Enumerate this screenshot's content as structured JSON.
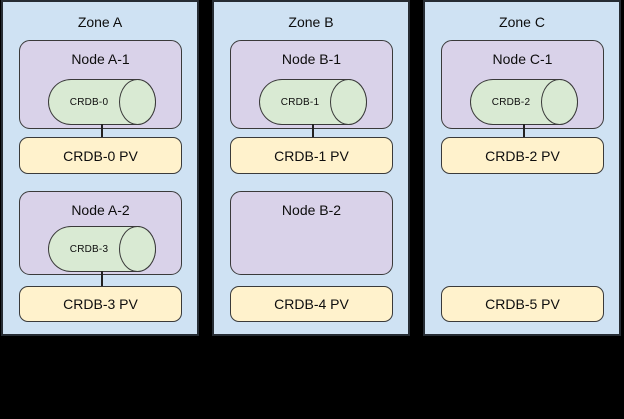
{
  "colors": {
    "background": "#000000",
    "zone_fill": "#cfe2f3",
    "node_fill": "#d9d2e9",
    "pod_fill": "#d9ead3",
    "pv_fill": "#fff2cc",
    "border": "#3a3a3a"
  },
  "zones": [
    {
      "label": "Zone A",
      "node1": {
        "label": "Node A-1",
        "pod": "CRDB-0"
      },
      "pv1": {
        "label": "CRDB-0 PV"
      },
      "node2": {
        "label": "Node A-2",
        "pod": "CRDB-3"
      },
      "pv2": {
        "label": "CRDB-3 PV"
      }
    },
    {
      "label": "Zone B",
      "node1": {
        "label": "Node B-1",
        "pod": "CRDB-1"
      },
      "pv1": {
        "label": "CRDB-1 PV"
      },
      "node2": {
        "label": "Node B-2"
      },
      "pv2": {
        "label": "CRDB-4 PV"
      }
    },
    {
      "label": "Zone C",
      "node1": {
        "label": "Node C-1",
        "pod": "CRDB-2"
      },
      "pv1": {
        "label": "CRDB-2 PV"
      },
      "pv2": {
        "label": "CRDB-5 PV"
      }
    }
  ]
}
